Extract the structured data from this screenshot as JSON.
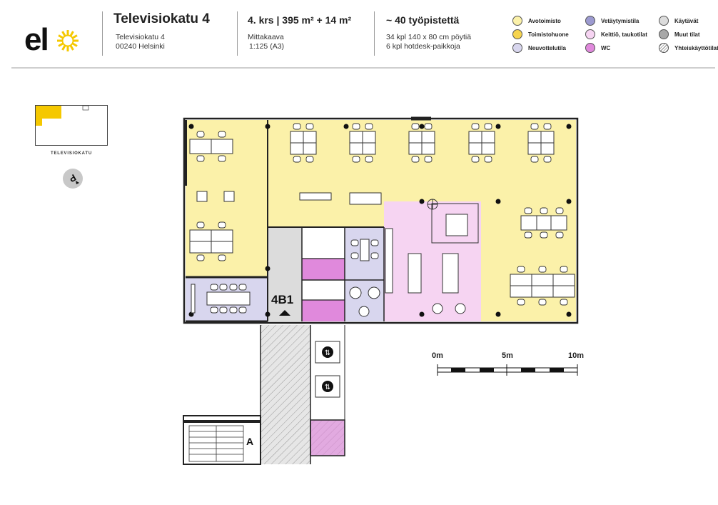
{
  "brand": {
    "logo_text": "elo",
    "accent": "#f5c800"
  },
  "header": {
    "address_title": "Televisiokatu 4",
    "address_line1": "Televisiokatu 4",
    "address_line2": "00240 Helsinki",
    "floor_area": "4. krs | 395 m² + 14 m²",
    "scale_label": "Mittakaava",
    "scale_value": "1:125 (A3)",
    "workstations_title": "~ 40 työpistettä",
    "workstations_line1": "34 kpl 140 x 80 cm pöytiä",
    "workstations_line2": "6 kpl hotdesk-paikkoja"
  },
  "legend": [
    {
      "label": "Avotoimisto",
      "color": "#fbf1a9"
    },
    {
      "label": "Toimistohuone",
      "color": "#f6d44f"
    },
    {
      "label": "Neuvottelutila",
      "color": "#d8d6ee"
    },
    {
      "label": "Vetäytymistila",
      "color": "#9c9ad0"
    },
    {
      "label": "Keittiö, taukotilat",
      "color": "#f6d4f2"
    },
    {
      "label": "WC",
      "color": "#e089dc"
    },
    {
      "label": "Käytävät",
      "color": "#dcdcdc"
    },
    {
      "label": "Muut tilat",
      "color": "#a8a8a8"
    },
    {
      "label": "Yhteiskäyttötilat",
      "color": "hatch"
    }
  ],
  "keymap": {
    "label": "TELEVISIOKATU"
  },
  "plan": {
    "unit_id": "4B1",
    "stair_id": "A"
  },
  "scale_bar": {
    "ticks": [
      "0m",
      "5m",
      "10m"
    ]
  }
}
